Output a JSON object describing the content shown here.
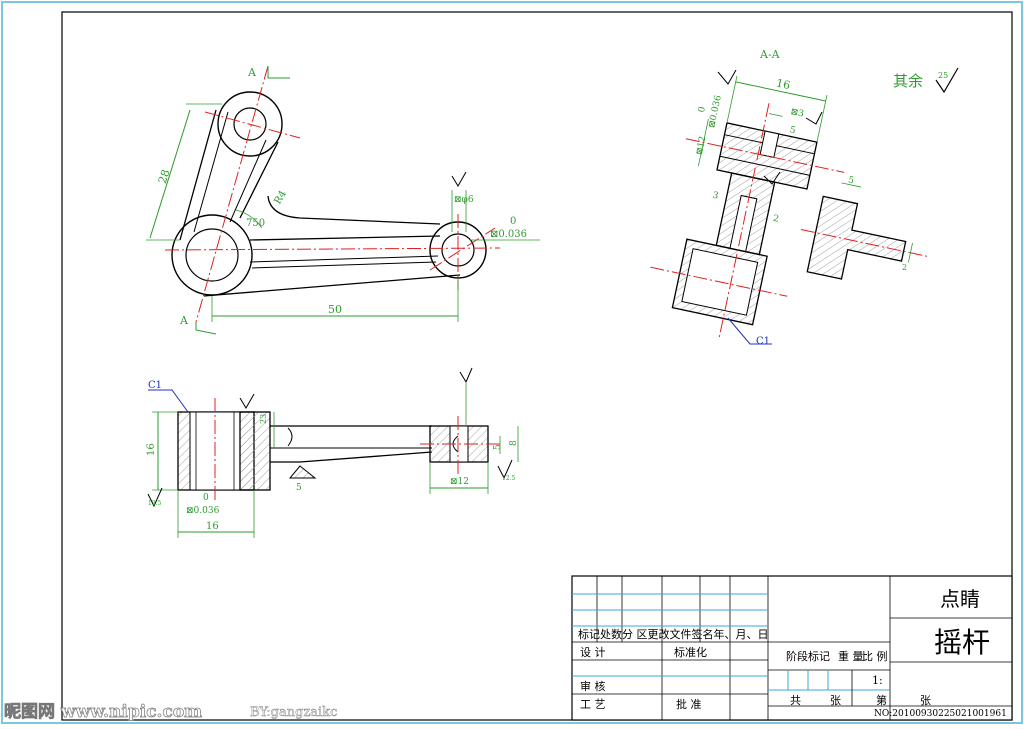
{
  "views": {
    "top": {
      "section_mark": "A",
      "dim_length_28": "28",
      "dim_radius": "R4",
      "dim_angle": "750",
      "dim_length_50": "50",
      "dim_right_hole": "⊠φ6",
      "tol_upper": "0",
      "tol_value": "⊠0.036"
    },
    "section": {
      "title": "A-A",
      "dim_16": "16",
      "dim_3": "⊠3",
      "dim_5": "5",
      "tol_upper": "0",
      "tol_value": "⊠0.036",
      "dim_12": "⊠12",
      "dim_3b": "3",
      "dim_2": "2",
      "chamfer": "C1",
      "remaining_roughness": "其余",
      "roughness_value": "25"
    },
    "front": {
      "chamfer": "C1",
      "dim_16_v": "16",
      "dim_23": "23",
      "tol_upper": "0",
      "tol_value": "⊠0.036",
      "dim_16_h": "16",
      "dim_5": "5",
      "dim_12": "⊠12",
      "dim_8": "8",
      "dim_5b": "5",
      "roughness_left": "12.5",
      "roughness_right": "12.5"
    }
  },
  "title_block": {
    "company": "点睛",
    "part_name": "摇杆",
    "revision_header": "标记处数分 区更改文件签名年、月、日",
    "design": "设  计",
    "standardization": "标准化",
    "stage_label": "阶段标记",
    "weight_label": "重  量",
    "scale_label": "比  例",
    "scale_value": "1:",
    "review": "审  核",
    "process": "工  艺",
    "approve": "批  准",
    "total_label": "共",
    "sheet_unit": "张",
    "sheet_number_label": "第",
    "sheet_unit2": "张"
  },
  "watermark": {
    "brand": "昵图网 www.nipic.com",
    "author": "BY:gangzaikc",
    "serial": "NO:20100930225021001961"
  },
  "colors": {
    "line": "#000000",
    "dimension": "#2e9b2e",
    "centerline": "#e02020",
    "hatch": "#9a9a9a",
    "leader": "#2030c0",
    "frame_outer": "#7ac8e0",
    "table_blue": "#3aa8d8"
  }
}
